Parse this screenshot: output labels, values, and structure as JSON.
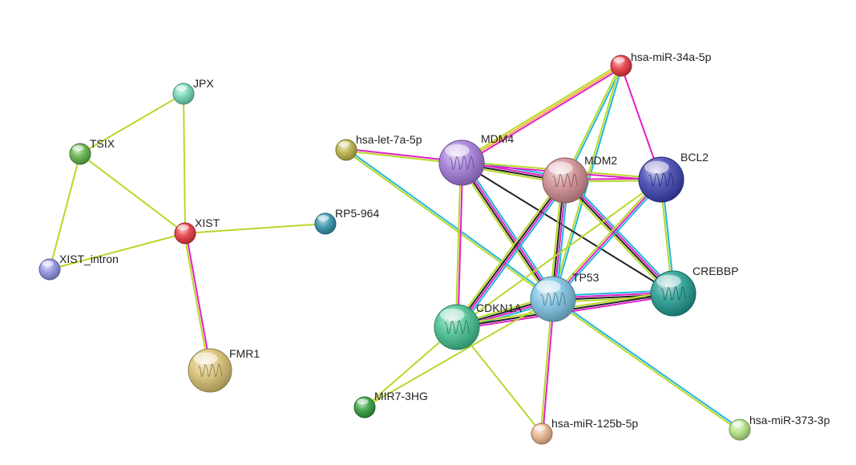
{
  "network": {
    "nodes": [
      {
        "id": "JPX",
        "label": "JPX",
        "color": "#6fd6b0"
      },
      {
        "id": "TSIX",
        "label": "TSIX",
        "color": "#5cb043"
      },
      {
        "id": "XIST",
        "label": "XIST",
        "color": "#e8343c"
      },
      {
        "id": "RP5-964",
        "label": "RP5-964",
        "color": "#2e90a8"
      },
      {
        "id": "XIST_intron",
        "label": "XIST_intron",
        "color": "#8a8ee0"
      },
      {
        "id": "FMR1",
        "label": "FMR1",
        "color": "#d8c070",
        "structure": true
      },
      {
        "id": "hsa-miR-34a-5p",
        "label": "hsa-miR-34a-5p",
        "color": "#e8343c"
      },
      {
        "id": "hsa-let-7a-5p",
        "label": "hsa-let-7a-5p",
        "color": "#b8b040"
      },
      {
        "id": "MDM4",
        "label": "MDM4",
        "color": "#a078d8",
        "structure": true
      },
      {
        "id": "MDM2",
        "label": "MDM2",
        "color": "#d08a90",
        "structure": true
      },
      {
        "id": "BCL2",
        "label": "BCL2",
        "color": "#3a40b0",
        "structure": true
      },
      {
        "id": "TP53",
        "label": "TP53",
        "color": "#78c0e0",
        "structure": true
      },
      {
        "id": "CREBBP",
        "label": "CREBBP",
        "color": "#1e9a90",
        "structure": true
      },
      {
        "id": "CDKN1A",
        "label": "CDKN1A",
        "color": "#40c090",
        "structure": true
      },
      {
        "id": "MIR7-3HG",
        "label": "MIR7-3HG",
        "color": "#2e9a3a"
      },
      {
        "id": "hsa-miR-125b-5p",
        "label": "hsa-miR-125b-5p",
        "color": "#e8b088"
      },
      {
        "id": "hsa-miR-373-3p",
        "label": "hsa-miR-373-3p",
        "color": "#b0e080"
      }
    ],
    "edge_colors": {
      "textmining": "#b8d82a",
      "coexpression": "#222222",
      "experiments": "#e020c8",
      "databases": "#20b8d8",
      "homology": "#f0b030"
    },
    "edges": [
      {
        "source": "JPX",
        "target": "TSIX",
        "types": [
          "textmining"
        ]
      },
      {
        "source": "JPX",
        "target": "XIST",
        "types": [
          "textmining"
        ]
      },
      {
        "source": "TSIX",
        "target": "XIST",
        "types": [
          "textmining"
        ]
      },
      {
        "source": "TSIX",
        "target": "XIST_intron",
        "types": [
          "textmining"
        ]
      },
      {
        "source": "XIST",
        "target": "XIST_intron",
        "types": [
          "textmining"
        ]
      },
      {
        "source": "XIST",
        "target": "RP5-964",
        "types": [
          "textmining"
        ]
      },
      {
        "source": "XIST",
        "target": "FMR1",
        "types": [
          "experiments",
          "textmining"
        ]
      },
      {
        "source": "hsa-miR-34a-5p",
        "target": "MDM4",
        "types": [
          "experiments",
          "homology",
          "textmining"
        ]
      },
      {
        "source": "hsa-miR-34a-5p",
        "target": "MDM2",
        "types": [
          "databases",
          "textmining"
        ]
      },
      {
        "source": "hsa-miR-34a-5p",
        "target": "BCL2",
        "types": [
          "experiments"
        ]
      },
      {
        "source": "hsa-miR-34a-5p",
        "target": "TP53",
        "types": [
          "databases",
          "textmining"
        ]
      },
      {
        "source": "hsa-let-7a-5p",
        "target": "MDM4",
        "types": [
          "experiments",
          "textmining"
        ]
      },
      {
        "source": "hsa-let-7a-5p",
        "target": "TP53",
        "types": [
          "databases",
          "textmining"
        ]
      },
      {
        "source": "MDM4",
        "target": "MDM2",
        "types": [
          "databases",
          "experiments",
          "coexpression",
          "textmining"
        ]
      },
      {
        "source": "MDM4",
        "target": "BCL2",
        "types": [
          "textmining",
          "experiments"
        ]
      },
      {
        "source": "MDM4",
        "target": "TP53",
        "types": [
          "databases",
          "experiments",
          "coexpression",
          "textmining"
        ]
      },
      {
        "source": "MDM4",
        "target": "CREBBP",
        "types": [
          "coexpression"
        ]
      },
      {
        "source": "MDM4",
        "target": "CDKN1A",
        "types": [
          "experiments",
          "textmining"
        ]
      },
      {
        "source": "MDM2",
        "target": "BCL2",
        "types": [
          "experiments",
          "textmining"
        ]
      },
      {
        "source": "MDM2",
        "target": "TP53",
        "types": [
          "databases",
          "experiments",
          "coexpression",
          "textmining"
        ]
      },
      {
        "source": "MDM2",
        "target": "CREBBP",
        "types": [
          "databases",
          "experiments",
          "coexpression",
          "textmining"
        ]
      },
      {
        "source": "MDM2",
        "target": "CDKN1A",
        "types": [
          "databases",
          "experiments",
          "coexpression",
          "textmining"
        ]
      },
      {
        "source": "BCL2",
        "target": "TP53",
        "types": [
          "databases",
          "experiments",
          "textmining"
        ]
      },
      {
        "source": "BCL2",
        "target": "CREBBP",
        "types": [
          "databases",
          "textmining"
        ]
      },
      {
        "source": "BCL2",
        "target": "CDKN1A",
        "types": [
          "textmining"
        ]
      },
      {
        "source": "TP53",
        "target": "CREBBP",
        "types": [
          "databases",
          "experiments",
          "coexpression",
          "textmining"
        ]
      },
      {
        "source": "TP53",
        "target": "CDKN1A",
        "types": [
          "databases",
          "experiments",
          "coexpression",
          "textmining"
        ]
      },
      {
        "source": "TP53",
        "target": "hsa-miR-125b-5p",
        "types": [
          "experiments",
          "textmining"
        ]
      },
      {
        "source": "TP53",
        "target": "hsa-miR-373-3p",
        "types": [
          "databases",
          "textmining"
        ]
      },
      {
        "source": "CREBBP",
        "target": "CDKN1A",
        "types": [
          "experiments",
          "coexpression",
          "textmining"
        ]
      },
      {
        "source": "CDKN1A",
        "target": "MIR7-3HG",
        "types": [
          "textmining"
        ]
      },
      {
        "source": "CDKN1A",
        "target": "hsa-miR-125b-5p",
        "types": [
          "textmining"
        ]
      },
      {
        "source": "TP53",
        "target": "MIR7-3HG",
        "types": [
          "textmining"
        ]
      }
    ]
  }
}
